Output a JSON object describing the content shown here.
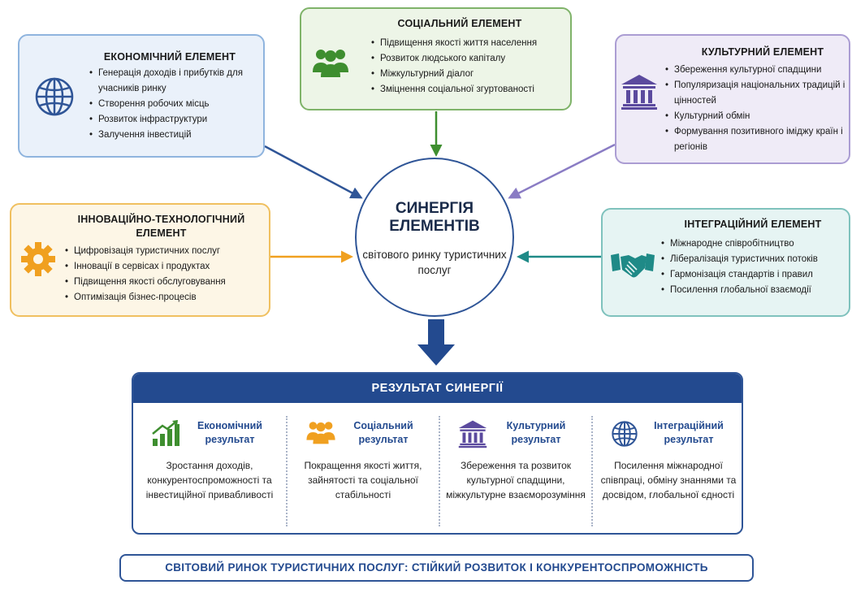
{
  "elements": {
    "economic": {
      "title": "ЕКОНОМІЧНИЙ ЕЛЕМЕНТ",
      "items": [
        "Генерація доходів і прибутків для учасників ринку",
        "Створення робочих місць",
        "Розвиток інфраструктури",
        "Залучення інвестицій"
      ],
      "icon": "globe-icon",
      "color": "#2f5597"
    },
    "social": {
      "title": "СОЦІАЛЬНИЙ ЕЛЕМЕНТ",
      "items": [
        "Підвищення якості життя населення",
        "Розвиток людського капіталу",
        "Міжкультурний діалог",
        "Зміцнення соціальної згуртованості"
      ],
      "icon": "people-icon",
      "color": "#3e8e2f"
    },
    "cultural": {
      "title": "КУЛЬТУРНИЙ ЕЛЕМЕНТ",
      "items": [
        "Збереження культурної спадщини",
        "Популяризація національних традицій і цінностей",
        "Культурний обмін",
        "Формування позитивного іміджу країн і регіонів"
      ],
      "icon": "museum-icon",
      "color": "#5b4a9e"
    },
    "innovation": {
      "title": "ІННОВАЦІЙНО-ТЕХНОЛОГІЧНИЙ ЕЛЕМЕНТ",
      "items": [
        "Цифровізація туристичних послуг",
        "Інновації в сервісах і продуктах",
        "Підвищення якості обслуговування",
        "Оптимізація бізнес-процесів"
      ],
      "icon": "gear-icon",
      "color": "#f0a020"
    },
    "integration": {
      "title": "ІНТЕГРАЦІЙНИЙ ЕЛЕМЕНТ",
      "items": [
        "Міжнародне співробітництво",
        "Лібералізація туристичних потоків",
        "Гармонізація стандартів і правил",
        "Посилення глобальної взаємодії"
      ],
      "icon": "handshake-icon",
      "color": "#1f8a87"
    }
  },
  "center": {
    "title": "СИНЕРГІЯ ЕЛЕМЕНТІВ",
    "subtitle": "світового ринку туристичних послуг"
  },
  "result": {
    "header": "РЕЗУЛЬТАТ СИНЕРГІЇ",
    "columns": [
      {
        "title": "Економічний результат",
        "text": "Зростання доходів, конкурентоспроможності та інвестиційної привабливості",
        "icon": "growth-chart-icon"
      },
      {
        "title": "Соціальний результат",
        "text": "Покращення якості життя, зайнятості та соціальної стабільності",
        "icon": "people-icon"
      },
      {
        "title": "Культурний результат",
        "text": "Збереження та розвиток культурної спадщини, міжкультурне взаєморозуміння",
        "icon": "museum-icon"
      },
      {
        "title": "Інтеграційний результат",
        "text": "Посилення міжнародної співпраці, обміну знаннями та досвідом, глобальної єдності",
        "icon": "globe-icon"
      }
    ]
  },
  "footer": {
    "text": "СВІТОВИЙ РИНОК ТУРИСТИЧНИХ ПОСЛУГ: СТІЙКИЙ РОЗВИТОК І КОНКУРЕНТОСПРОМОЖНІСТЬ"
  }
}
